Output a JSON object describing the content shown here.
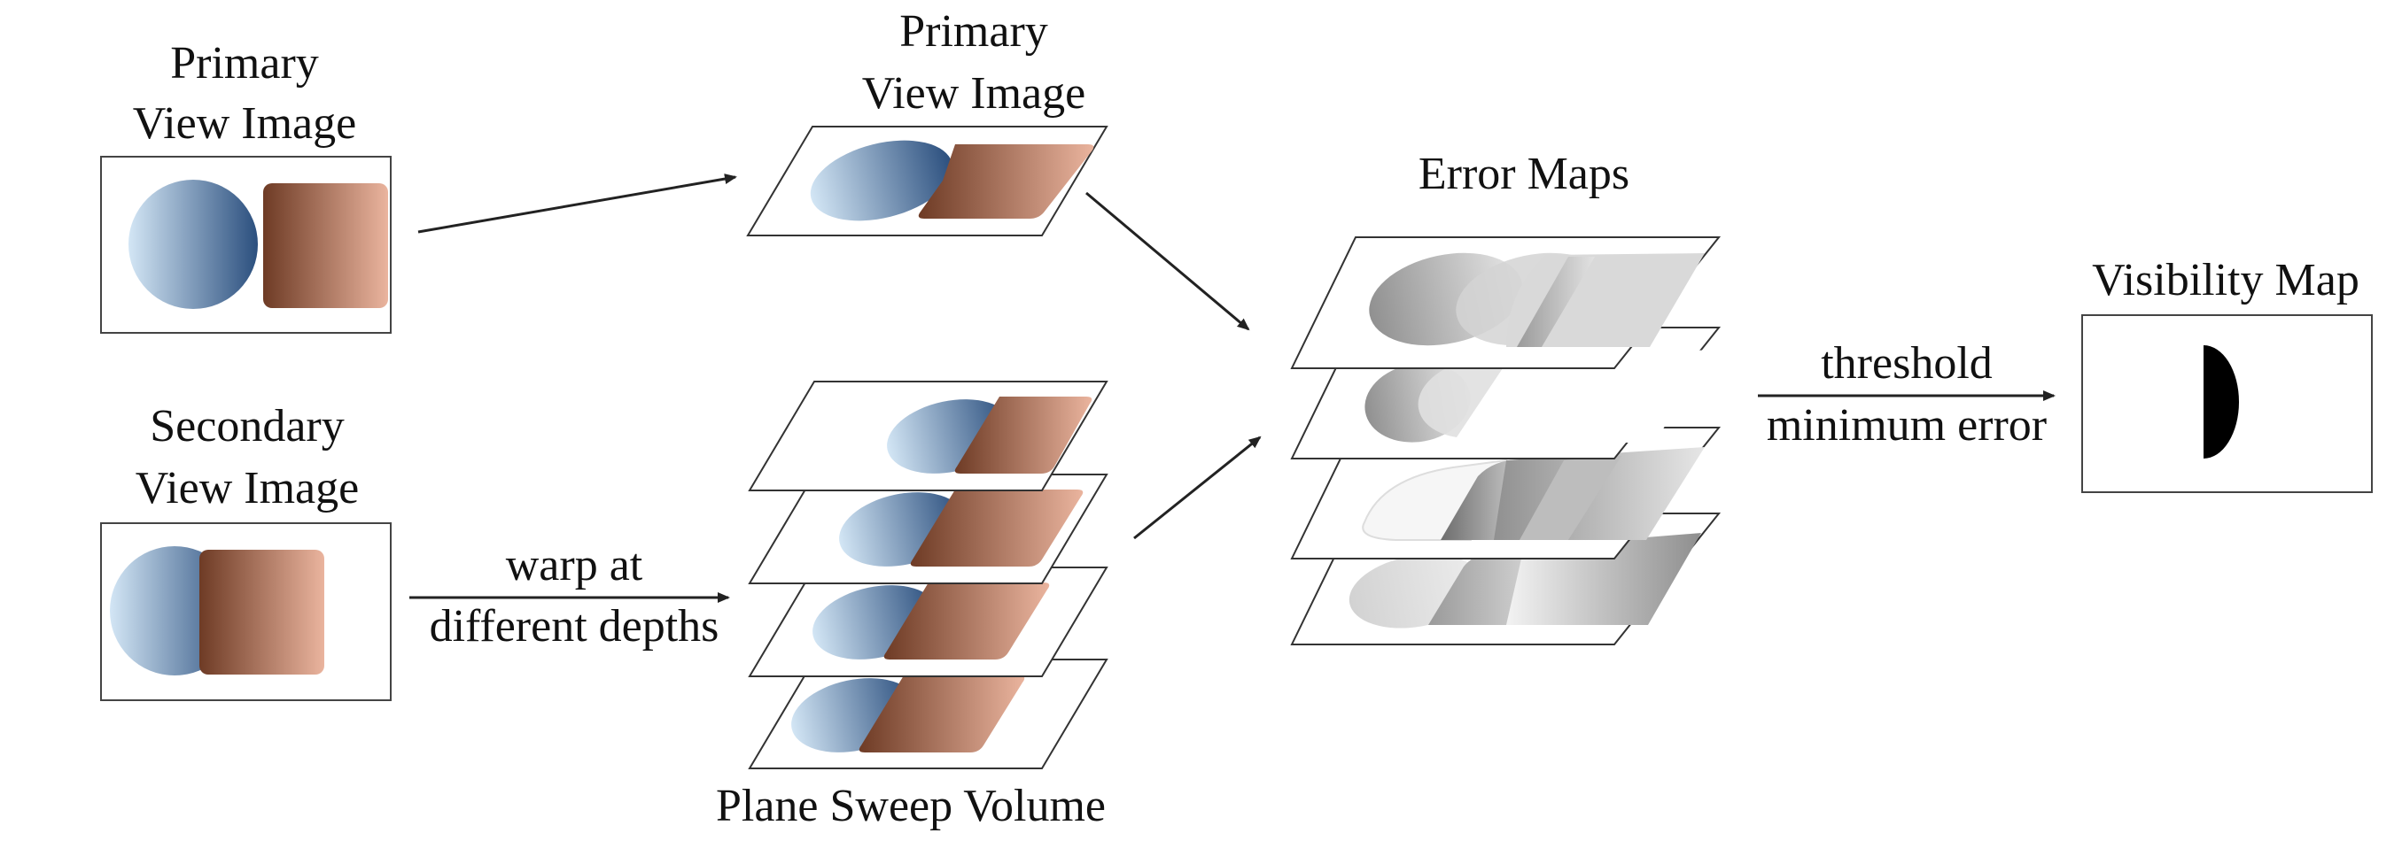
{
  "labels": {
    "primary_input": [
      "Primary",
      "View Image"
    ],
    "secondary_input": [
      "Secondary",
      "View Image"
    ],
    "primary_warped": [
      "Primary",
      "View Image"
    ],
    "warp_edge": [
      "warp at",
      "different depths"
    ],
    "plane_sweep": "Plane Sweep Volume",
    "error_maps": "Error Maps",
    "threshold_edge": [
      "threshold",
      "minimum error"
    ],
    "visibility_map": "Visibility Map"
  },
  "colors": {
    "blue_light": "#d3e6f5",
    "blue_dark": "#2b4f7e",
    "brown_dark": "#6e3b25",
    "brown_light": "#eab49e",
    "line": "#222222",
    "visibility_shape": "#000000"
  }
}
